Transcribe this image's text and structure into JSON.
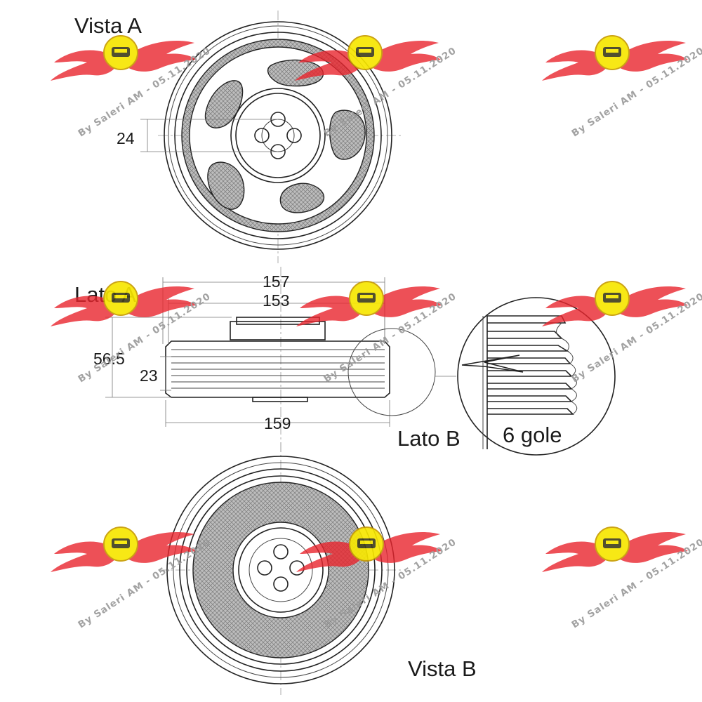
{
  "views": {
    "front_label": "Vista A",
    "side_label": "Lato A",
    "detail_label": "Lato B",
    "rear_label": "Vista B"
  },
  "dimensions": {
    "bolt_circle": "24",
    "outer_diameter_top": "157",
    "outer_diameter_mid": "153",
    "overall_width": "56.5",
    "belt_width": "23",
    "outer_diameter_bottom": "159"
  },
  "detail": {
    "grooves_label": "6 gole"
  },
  "watermarks": {
    "text": "By Saleri AM - 05.11.2020",
    "logo_icon": "winged-emblem-icon",
    "logo_color": "#e8262f",
    "logo_badge_color": "#f7e600"
  }
}
